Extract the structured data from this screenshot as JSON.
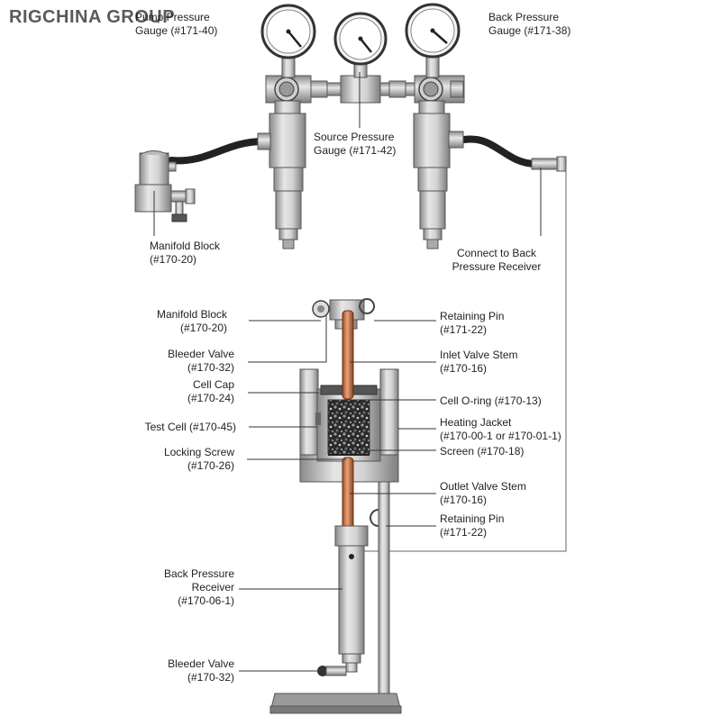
{
  "watermark": "RIGCHINA GROUP",
  "labels": {
    "pump_gauge": [
      "Pump Pressure",
      "Gauge (#171-40)"
    ],
    "back_pressure_gauge": [
      "Back Pressure",
      "Gauge (#171-38)"
    ],
    "source_gauge": [
      "Source Pressure",
      "Gauge (#171-42)"
    ],
    "manifold_block_top": [
      "Manifold Block",
      "(#170-20)"
    ],
    "connect_back": [
      "Connect to Back",
      "Pressure Receiver"
    ],
    "manifold_block": [
      "Manifold Block",
      "(#170-20)"
    ],
    "bleeder_valve_top": [
      "Bleeder Valve",
      "(#170-32)"
    ],
    "cell_cap": [
      "Cell Cap",
      "(#170-24)"
    ],
    "test_cell": "Test Cell (#170-45)",
    "locking_screw": [
      "Locking Screw",
      "(#170-26)"
    ],
    "retaining_pin_top": [
      "Retaining Pin",
      "(#171-22)"
    ],
    "inlet_valve": [
      "Inlet Valve Stem",
      "(#170-16)"
    ],
    "cell_oring": "Cell O-ring (#170-13)",
    "heating_jacket": [
      "Heating Jacket",
      "(#170-00-1 or #170-01-1)"
    ],
    "screen": "Screen (#170-18)",
    "outlet_valve": [
      "Outlet Valve Stem",
      "(#170-16)"
    ],
    "retaining_pin_bottom": [
      "Retaining Pin",
      "(#171-22)"
    ],
    "back_pressure_receiver": [
      "Back Pressure",
      "Receiver",
      "(#170-06-1)"
    ],
    "bleeder_valve_bottom": [
      "Bleeder Valve",
      "(#170-32)"
    ]
  }
}
